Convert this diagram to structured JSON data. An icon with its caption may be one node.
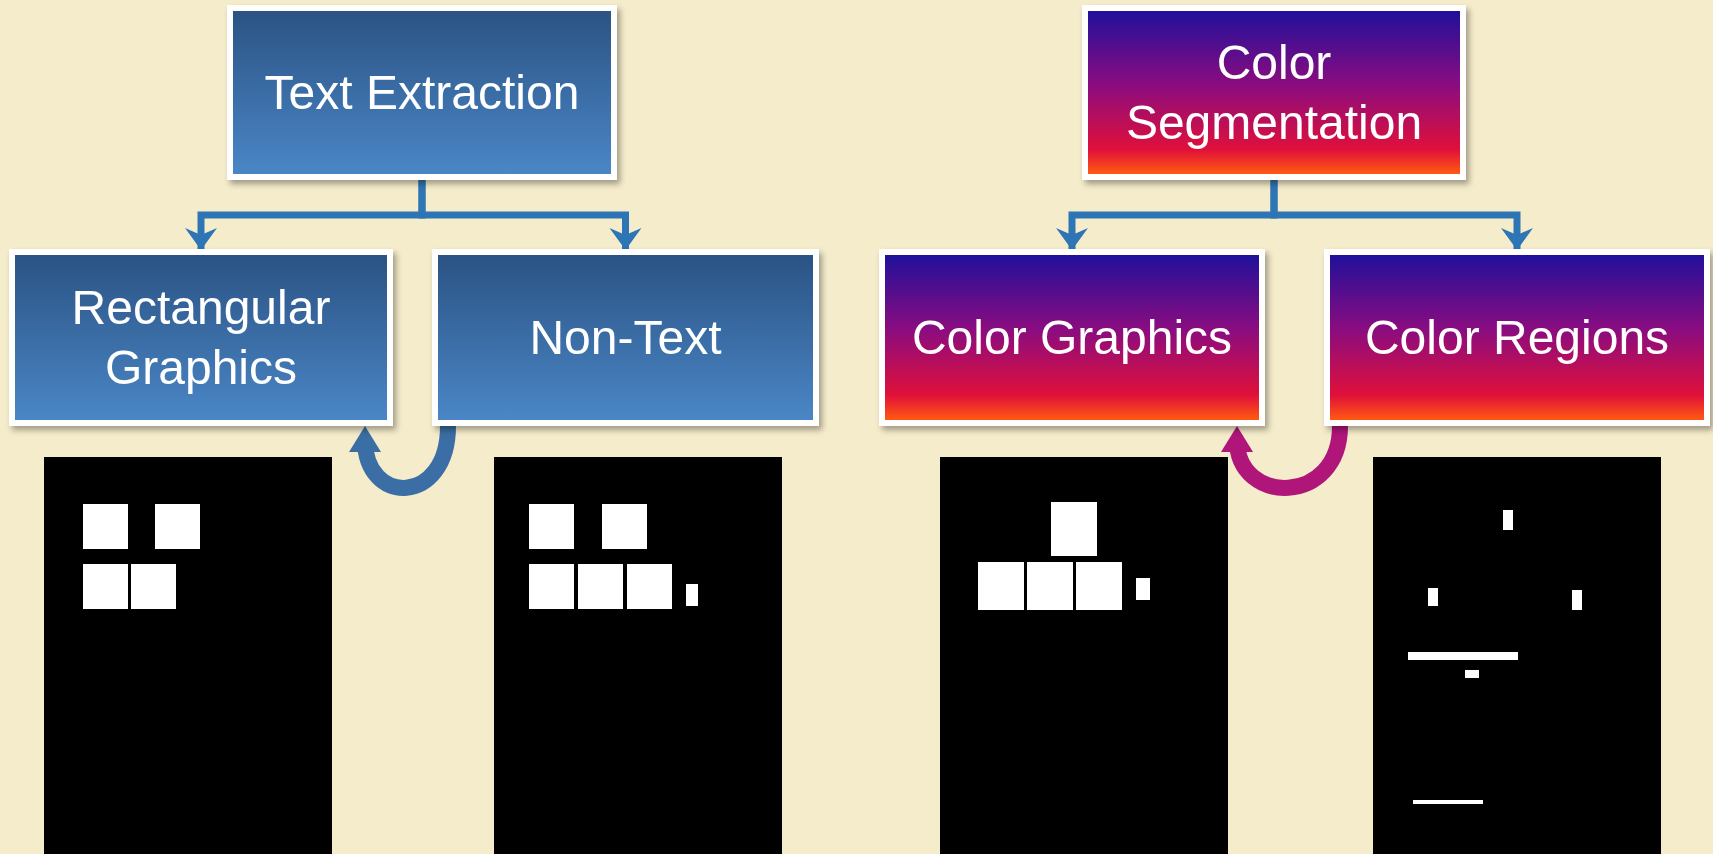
{
  "diagram": {
    "nodes": [
      {
        "text": [
          "Text Extraction"
        ]
      },
      {
        "text": [
          "Rectangular Graphics"
        ]
      },
      {
        "text": [
          "Non-Text"
        ]
      },
      {
        "text": [
          "Color Segmentation"
        ]
      },
      {
        "text": [
          "Color Graphics"
        ]
      },
      {
        "text": [
          "Color Regions"
        ]
      }
    ],
    "edges": [
      {
        "from": 0,
        "to": 1,
        "arrow": "to"
      },
      {
        "from": 0,
        "to": 2,
        "arrow": "to"
      },
      {
        "from": 3,
        "to": 4,
        "arrow": "to"
      },
      {
        "from": 3,
        "to": 5,
        "arrow": "to"
      },
      {
        "from": 2,
        "to": 1,
        "arrow": "to",
        "style": "thick",
        "color": "#3b6ea5"
      },
      {
        "from": 5,
        "to": 4,
        "arrow": "to",
        "style": "thick",
        "color": "#b0157a"
      }
    ]
  }
}
